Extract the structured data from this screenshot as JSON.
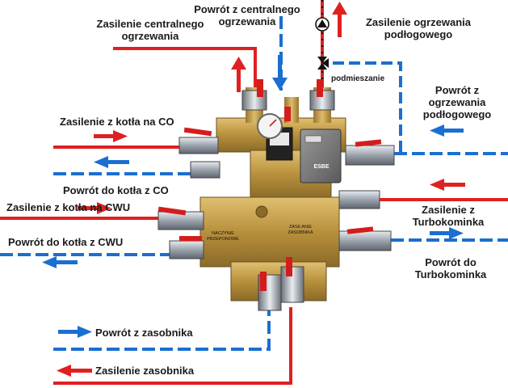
{
  "labels": {
    "co_supply": "Zasilenie centralnego\nogrzewania",
    "co_return_top": "Powrót z centralnego\nogrzewania",
    "floor_supply": "Zasilenie  ogrzewania\npodłogowego",
    "mixing": "podmieszanie",
    "floor_return": "Powrót z\nogrzewania\npodłogowego",
    "boiler_co_supply": "Zasilenie z  kotła na CO",
    "boiler_co_return": "Powrót do kotła z CO",
    "boiler_cwu_supply": "Zasilenie z  kotła na CWU",
    "boiler_cwu_return": "Powrót do kotła  z CWU",
    "turbo_supply": "Zasilenie z\nTurbokominka",
    "turbo_return": "Powrót do\nTurbokominka",
    "tank_return": "Powrót z zasobnika",
    "tank_supply": "Zasilenie zasobnika"
  },
  "device_text": {
    "vessel_label": "NACZYNIE\nPRZEPONOWE",
    "tank_label": "ZASILANIE\nZASOBNIKA",
    "actuator_brand": "ESBE"
  },
  "colors": {
    "supply": "#e02020",
    "return": "#1a6fd0",
    "brass": "#c9a24a",
    "valve_handle": "#d41c1c",
    "chrome": "#a8aeb6"
  }
}
